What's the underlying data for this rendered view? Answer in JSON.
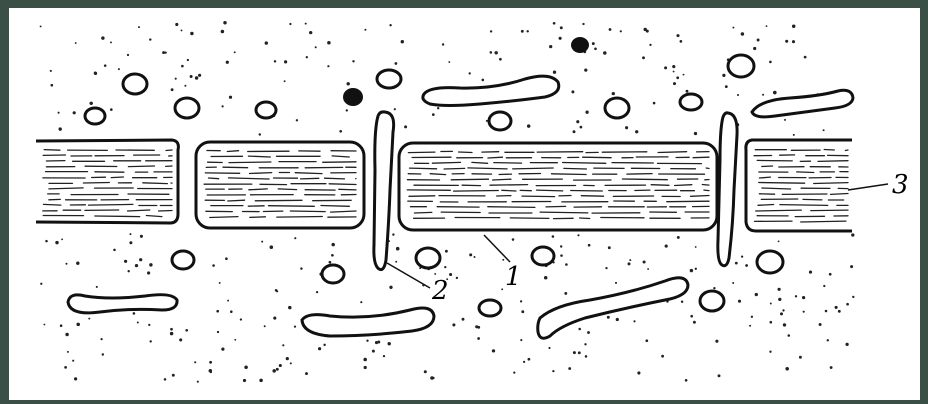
{
  "labels": {
    "l1": "1",
    "l2": "2",
    "l3": "3"
  },
  "colors": {
    "frame": "#3a4f45",
    "background": "#ffffff",
    "ink": "#111111"
  }
}
